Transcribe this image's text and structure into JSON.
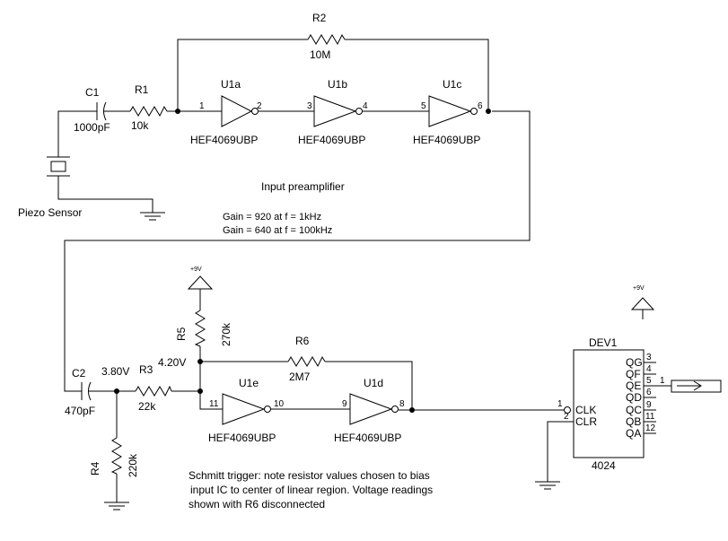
{
  "components": {
    "r2": {
      "ref": "R2",
      "value": "10M"
    },
    "r1": {
      "ref": "R1",
      "value": "10k"
    },
    "c1": {
      "ref": "C1",
      "value": "1000pF"
    },
    "u1a": {
      "ref": "U1a",
      "part": "HEF4069UBP",
      "pin_in": "1",
      "pin_out": "2"
    },
    "u1b": {
      "ref": "U1b",
      "part": "HEF4069UBP",
      "pin_in": "3",
      "pin_out": "4"
    },
    "u1c": {
      "ref": "U1c",
      "part": "HEF4069UBP",
      "pin_in": "5",
      "pin_out": "6"
    },
    "piezo": {
      "label": "Piezo Sensor"
    },
    "c2": {
      "ref": "C2",
      "value": "470pF"
    },
    "r3": {
      "ref": "R3",
      "value": "22k"
    },
    "r4": {
      "ref": "R4",
      "value": "220k"
    },
    "r5": {
      "ref": "R5",
      "value": "270k"
    },
    "r6": {
      "ref": "R6",
      "value": "2M7"
    },
    "u1e": {
      "ref": "U1e",
      "part": "HEF4069UBP",
      "pin_in": "11",
      "pin_out": "10"
    },
    "u1d": {
      "ref": "U1d",
      "part": "HEF4069UBP",
      "pin_in": "9",
      "pin_out": "8"
    },
    "dev1": {
      "ref": "DEV1",
      "part": "4024",
      "inputs": [
        {
          "pin": "1",
          "label": "CLK"
        },
        {
          "pin": "2",
          "label": "CLR"
        }
      ],
      "outputs": [
        {
          "pin": "3",
          "label": "QG"
        },
        {
          "pin": "4",
          "label": "QF"
        },
        {
          "pin": "5",
          "label": "QE"
        },
        {
          "pin": "6",
          "label": "QD"
        },
        {
          "pin": "9",
          "label": "QC"
        },
        {
          "pin": "11",
          "label": "QB"
        },
        {
          "pin": "12",
          "label": "QA"
        }
      ],
      "connector_pin": "1"
    }
  },
  "supplies": {
    "r5_supply": "+9V",
    "dev1_supply": "+9V"
  },
  "voltages": {
    "v_r5_node": "4.20V",
    "v_c2_node": "3.80V"
  },
  "notes": {
    "preamp_title": "Input preamplifier",
    "gain_1k": "Gain = 920 at f = 1kHz",
    "gain_100k": "Gain = 640 at f = 100kHz",
    "schmitt_line1": "Schmitt trigger: note resistor values chosen to bias",
    "schmitt_line2": "input IC to center of linear region.  Voltage readings",
    "schmitt_line3": "shown with R6 disconnected"
  }
}
